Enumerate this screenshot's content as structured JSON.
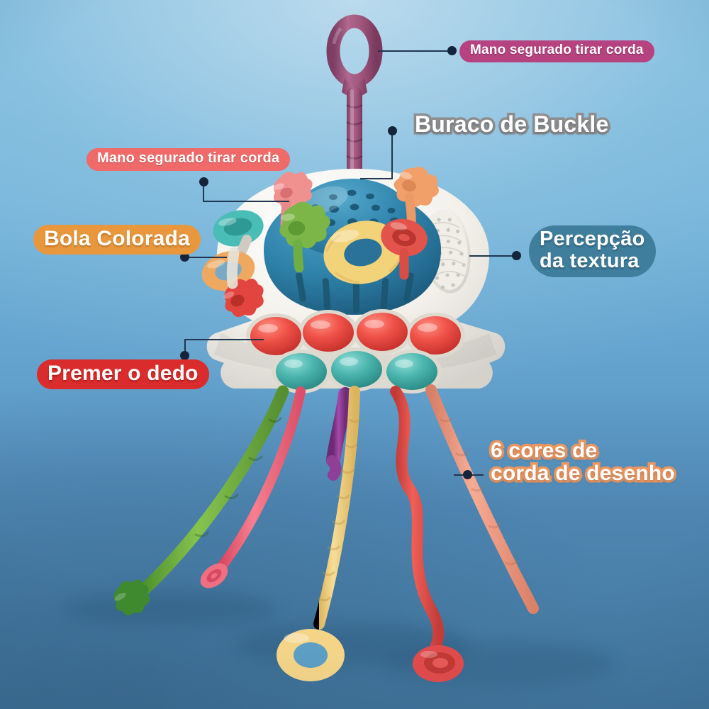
{
  "image": {
    "subject": "Brinquedo sensorial Montessori de polvo com cordas de silicone",
    "background_top_color": "#7fbcdd",
    "background_bottom_color": "#4a82ab"
  },
  "annotations": [
    {
      "id": "pull-cord-top",
      "text": "Mano segurado tirar corda",
      "style": "magenta-pill",
      "bg": "#b6437f",
      "text_color": "#ffffff"
    },
    {
      "id": "buckle-hole",
      "text": "Buraco de Buckle",
      "style": "grey-outline",
      "bg": "none",
      "text_color": "#ffffff",
      "outline": "#8e8e8e"
    },
    {
      "id": "pull-cord-left",
      "text": "Mano segurado tirar corda",
      "style": "coral-pill",
      "bg": "#ef6a68",
      "text_color": "#ffffff"
    },
    {
      "id": "colored-ball",
      "text": "Bola Colorada",
      "style": "orange-pill",
      "bg": "#e8973c",
      "text_color": "#ffffff"
    },
    {
      "id": "texture-perception",
      "text": "Percepção\nda textura",
      "style": "teal-pill",
      "bg": "#3f7e9c",
      "text_color": "#ffffff"
    },
    {
      "id": "press-finger",
      "text": "Premer o dedo",
      "style": "red-pill",
      "bg": "#da2c2c",
      "text_color": "#ffffff"
    },
    {
      "id": "six-color-cords",
      "text": "6 cores de\ncorda de desenho",
      "style": "orange-outline",
      "bg": "none",
      "text_color": "#ffffff",
      "outline": "#f0955b"
    }
  ],
  "toy": {
    "body_color": "#f2f0ea",
    "dome_color": "#2d7ba3",
    "pull_cord_color": "#a85585",
    "press_buttons": {
      "top_row_color": "#e8453f",
      "top_row_count": 4,
      "bottom_row_color": "#45b2ab",
      "bottom_row_count": 3
    },
    "texture_pad_color": "#e9e6de",
    "rings": [
      {
        "name": "pink-flower-ring",
        "color": "#f1918f"
      },
      {
        "name": "orange-flower-ring",
        "color": "#f2a06a"
      },
      {
        "name": "green-flower-ring",
        "color": "#7cb648"
      },
      {
        "name": "yellow-donut-ring",
        "color": "#f3d37a"
      },
      {
        "name": "red-spiral-ring",
        "color": "#e2534b"
      },
      {
        "name": "teal-disc-ring",
        "color": "#49bdb6"
      },
      {
        "name": "orange-donut-ring",
        "color": "#efa martinique"
      }
    ],
    "hanging_cords": [
      {
        "name": "green-cord",
        "color": "#6fb33f",
        "tip": "flower"
      },
      {
        "name": "pink-cord",
        "color": "#ef6f82",
        "tip": "spiral"
      },
      {
        "name": "purple-cord",
        "color": "#8e3f96",
        "tip": "short"
      },
      {
        "name": "yellow-cord",
        "color": "#f4d588",
        "tip": "ring"
      },
      {
        "name": "red-cord",
        "color": "#e24b4b",
        "tip": "spiral-disc"
      },
      {
        "name": "peach-cord",
        "color": "#f09a84",
        "tip": "plain"
      }
    ]
  }
}
